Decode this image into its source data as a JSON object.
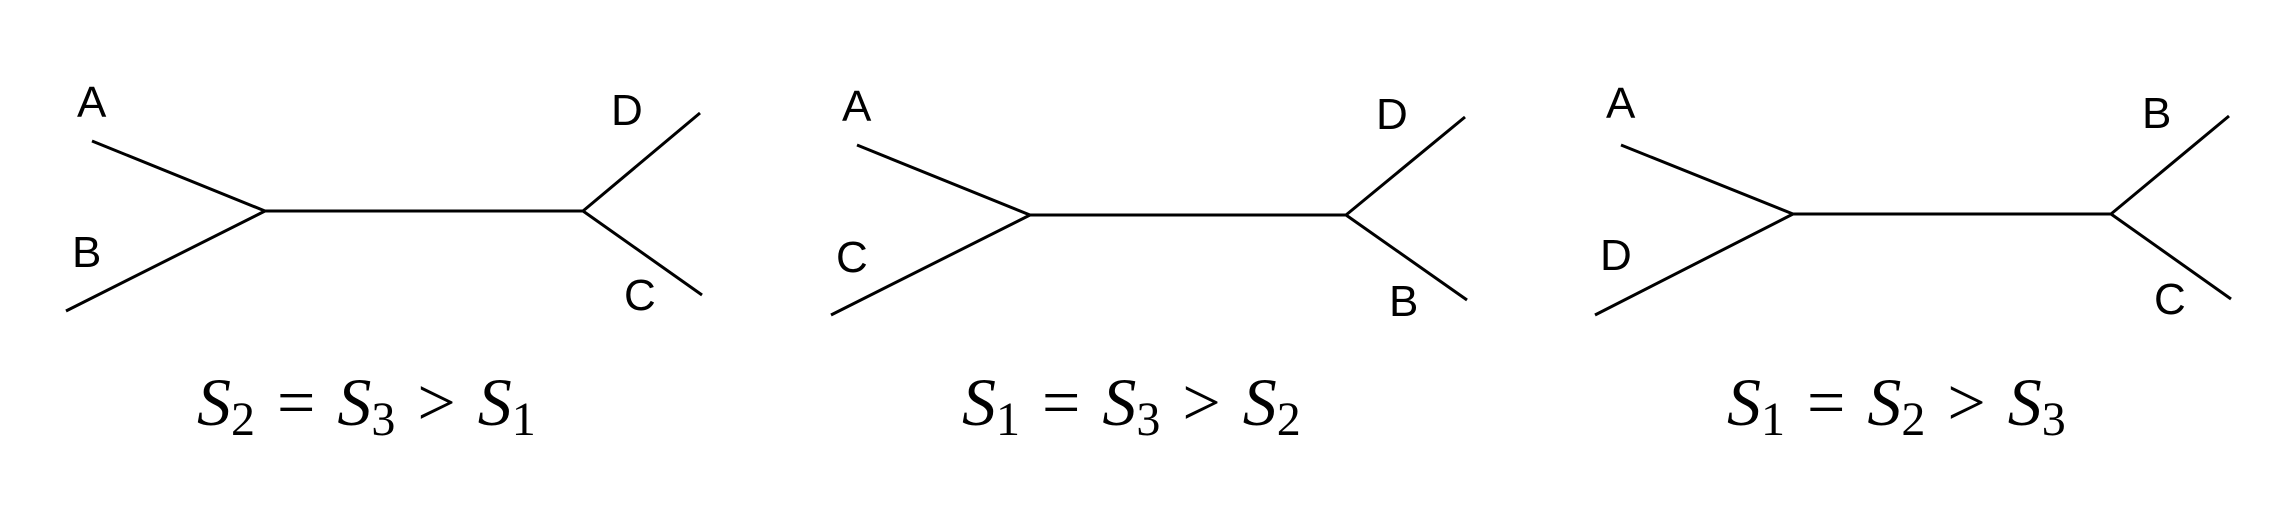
{
  "trees": [
    {
      "leaves": {
        "top_left": "A",
        "bottom_left": "B",
        "top_right": "D",
        "bottom_right": "C"
      },
      "equation": {
        "v1": "S",
        "s1": "2",
        "op1": "=",
        "v2": "S",
        "s2": "3",
        "op2": ">",
        "v3": "S",
        "s3": "1"
      }
    },
    {
      "leaves": {
        "top_left": "A",
        "bottom_left": "C",
        "top_right": "D",
        "bottom_right": "B"
      },
      "equation": {
        "v1": "S",
        "s1": "1",
        "op1": "=",
        "v2": "S",
        "s2": "3",
        "op2": ">",
        "v3": "S",
        "s3": "2"
      }
    },
    {
      "leaves": {
        "top_left": "A",
        "bottom_left": "D",
        "top_right": "B",
        "bottom_right": "C"
      },
      "equation": {
        "v1": "S",
        "s1": "1",
        "op1": "=",
        "v2": "S",
        "s2": "2",
        "op2": ">",
        "v3": "S",
        "s3": "3"
      }
    }
  ]
}
